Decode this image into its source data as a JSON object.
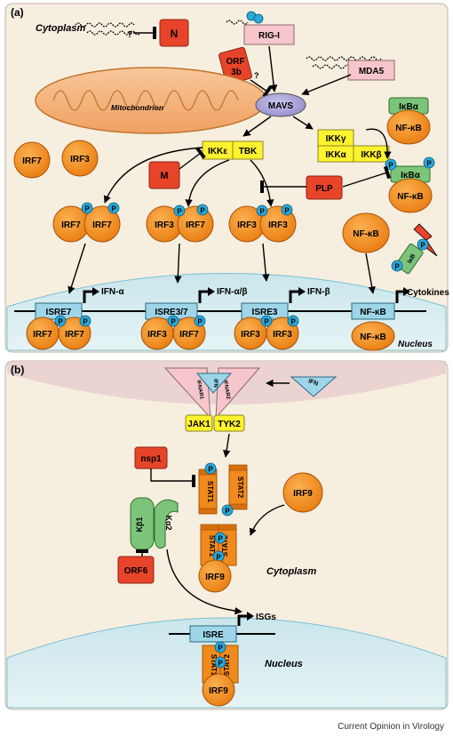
{
  "panel_a": {
    "label": "(a)",
    "cytoplasm": "Cytoplasm",
    "nucleus": "Nucleus",
    "mitochondrion": "Mitochondrion",
    "n": "N",
    "rig_i": "RIG-I",
    "mda5": "MDA5",
    "orf3b_line1": "ORF",
    "orf3b_line2": "3b",
    "q1": "?",
    "q2": "?",
    "mavs": "MAVS",
    "ikke": "IKKε",
    "tbk": "TBK",
    "ikkg": "IKKγ",
    "ikka": "IKKα",
    "ikkb": "IKKβ",
    "ikba_top": "IκBα",
    "nfkb_top": "NF-κB",
    "ikba_mid": "IκBα",
    "nfkb_mid": "NF-κB",
    "irf7_free": "IRF7",
    "irf3_free": "IRF3",
    "m": "M",
    "plp": "PLP",
    "irf7a": "IRF7",
    "irf7b": "IRF7",
    "irf3c": "IRF3",
    "irf7c": "IRF7",
    "irf3d": "IRF3",
    "irf3e": "IRF3",
    "nfkb_free": "NF-κB",
    "ikb_deg": "IκB",
    "isre7": "ISRE7",
    "isre37": "ISRE3/7",
    "isre3": "ISRE3",
    "nfkb_box": "NF-κB",
    "ifn_a": "IFN-α",
    "ifn_ab": "IFN-α/β",
    "ifn_b": "IFN-β",
    "cytokines": "Cytokines",
    "n_irf7a": "IRF7",
    "n_irf7b": "IRF7",
    "n_irf3a": "IRF3",
    "n_irf7c": "IRF7",
    "n_irf3b": "IRF3",
    "n_irf3c": "IRF3",
    "n_nfkb": "NF-κB",
    "p": "P"
  },
  "panel_b": {
    "label": "(b)",
    "ifnar1": "IFNAR1",
    "ifnar2": "IFNAR2",
    "ifn_bound": "IFN",
    "ifn_free": "IFN",
    "jak1": "JAK1",
    "tyk2": "TYK2",
    "nsp1": "nsp1",
    "stat1": "STAT1",
    "stat2": "STAT2",
    "irf9": "IRF9",
    "kb1": "Kβ1",
    "ka2": "Kα2",
    "orf6": "ORF6",
    "cytoplasm": "Cytoplasm",
    "c_stat1": "STAT1",
    "c_stat2": "STAT2",
    "c_irf9": "IRF9",
    "isre": "ISRE",
    "isgs": "ISGs",
    "n_stat1": "STAT1",
    "n_stat2": "STAT2",
    "n_irf9": "IRF9",
    "nucleus": "Nucleus",
    "p": "P"
  },
  "credit": "Current Opinion in Virology",
  "colors": {
    "background": "#f6eedf",
    "nucleus": "#cfe8ec",
    "orange": "#f08a1c",
    "red": "#e8442a",
    "yellow": "#fff22e",
    "pink": "#f6c6cc",
    "green": "#7cc47a",
    "blue_p": "#2aa8d8",
    "light_blue": "#9fd5e8"
  }
}
